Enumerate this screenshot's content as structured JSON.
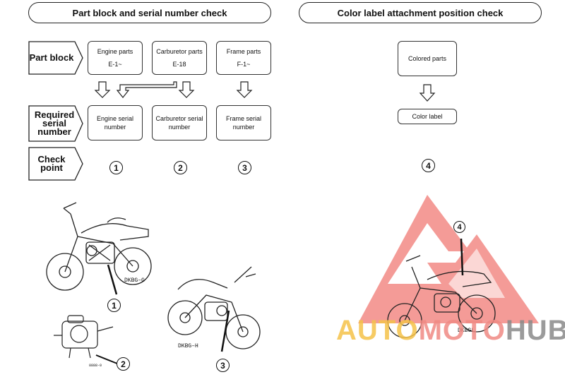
{
  "left_section": {
    "title": "Part block and serial number check",
    "row_labels": {
      "part_block": "Part block",
      "required_serial": "Required serial number",
      "check_point": "Check point"
    },
    "part_blocks": [
      {
        "name": "Engine parts",
        "code": "E-1~"
      },
      {
        "name": "Carburetor parts",
        "code": "E-18"
      },
      {
        "name": "Frame parts",
        "code": "F-1~"
      }
    ],
    "serial_numbers": [
      "Engine serial number",
      "Carburetor serial number",
      "Frame serial number"
    ],
    "check_points": [
      "1",
      "2",
      "3"
    ],
    "illustration_labels": {
      "engine_model": "DKBG–G",
      "frame_model": "DKBG–H",
      "carb_tag": "8888-0"
    }
  },
  "right_section": {
    "title": "Color label attachment position check",
    "colored_parts": "Colored parts",
    "color_label": "Color label",
    "check_point": "4",
    "illustration_label": "DKBGL",
    "callout": "4"
  },
  "watermark": {
    "part1": "AUTO",
    "part2": "MOTO",
    "part3": "HUB",
    "colors": {
      "auto": "#f5c24a",
      "moto": "#f08a84",
      "hub": "#8a8a8a",
      "triangle": "#f07a74"
    }
  }
}
